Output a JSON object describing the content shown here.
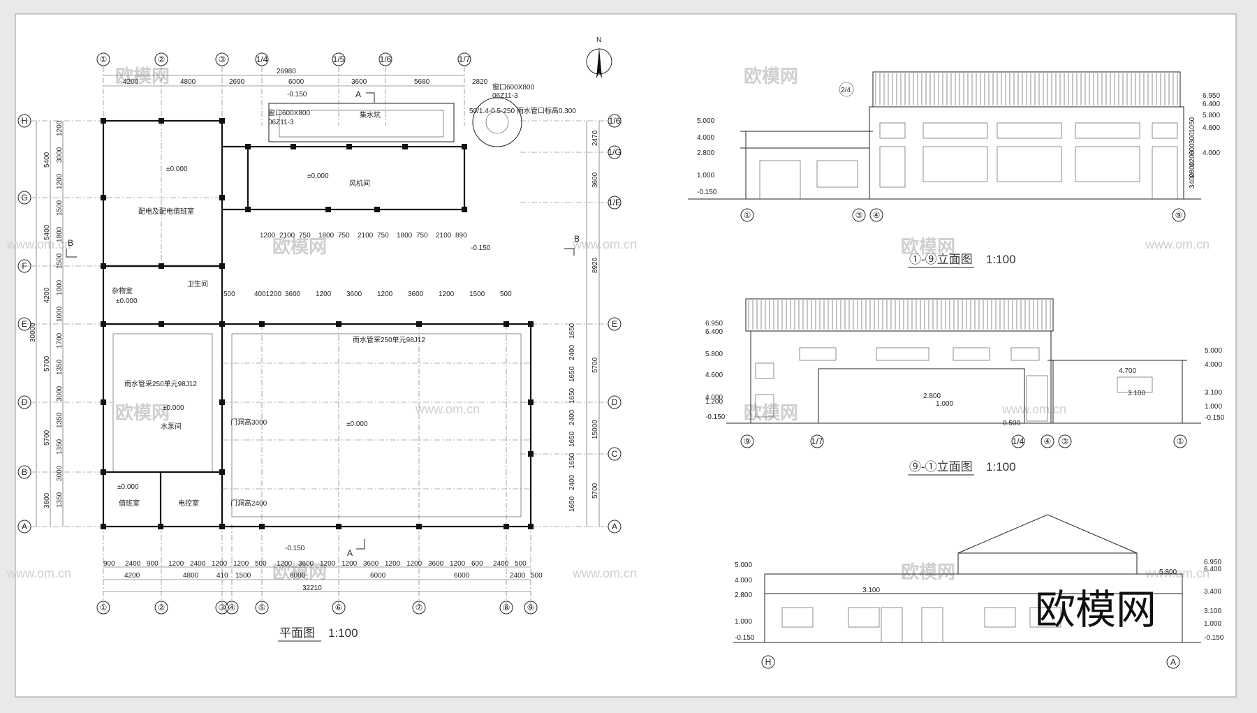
{
  "sheet": {
    "plan_title": "平面图",
    "plan_scale": "1:100",
    "north": "N",
    "elev1_title": "①-⑨立面图",
    "elev1_scale": "1:100",
    "elev2_title": "⑨-①立面图",
    "elev2_scale": "1:100",
    "brand": "欧模网",
    "watermark": "欧模网",
    "watermark_url": "www.om.cn"
  },
  "axes": {
    "top": [
      "①",
      "②",
      "③",
      "1/4",
      "1/5",
      "1/6",
      "1/7"
    ],
    "bottom": [
      "①",
      "②",
      "③",
      "④",
      "⑤",
      "⑥",
      "⑦",
      "⑧",
      "⑨"
    ],
    "left": [
      "H",
      "G",
      "F",
      "E",
      "D",
      "B",
      "A"
    ],
    "right": [
      "1/6",
      "1/G",
      "1/E",
      "E",
      "D",
      "C",
      "A"
    ],
    "section_left": "B",
    "section_right": "B",
    "section_top": "A",
    "section_bottom": "A"
  },
  "dims": {
    "top_total": "26980",
    "top_segments": [
      "4200",
      "4800",
      "2690",
      "6000",
      "3600",
      "5680",
      "2820"
    ],
    "bottom_total": "32210",
    "bottom_segments": [
      "4200",
      "4800",
      "410",
      "1500",
      "6000",
      "6000",
      "6000",
      "2400",
      "500"
    ],
    "bottom_detail": [
      "900",
      "2400",
      "900",
      "1200",
      "2400",
      "1200",
      "1200",
      "500",
      "1200",
      "3600",
      "1200",
      "1200",
      "3600",
      "1200",
      "1200",
      "3600",
      "1200",
      "600",
      "2400",
      "500"
    ],
    "left_total": "30000",
    "left_segments": [
      "5400",
      "5400",
      "4200",
      "5700",
      "5700",
      "3600"
    ],
    "left_detail": [
      "1200",
      "3000",
      "1200",
      "1500",
      "1800",
      "1500",
      "1000",
      "1000",
      "1700",
      "1350",
      "3000",
      "1350",
      "1350",
      "3000",
      "1350"
    ],
    "right_segments": [
      "2470",
      "3600",
      "8920",
      "5700",
      "15000",
      "5700"
    ],
    "right_detail": [
      "1650",
      "2400",
      "1650",
      "1650",
      "2400",
      "1650",
      "1650",
      "2400",
      "1650"
    ],
    "fan_bottom": [
      "1200",
      "2100",
      "750",
      "1800",
      "750",
      "2100",
      "750",
      "1800",
      "750",
      "2100",
      "890"
    ],
    "hall_top": [
      "500",
      "4001200",
      "3600",
      "1200",
      "3600",
      "1200",
      "3600",
      "1200",
      "1500",
      "500"
    ]
  },
  "rooms": {
    "power": "配电及配电值班室",
    "fan": "风机间",
    "pump": "水泵间",
    "duty": "值班室",
    "control": "电控室",
    "toilet": "卫生间",
    "storage": "杂物室",
    "elev0": "±0.000",
    "m015": "-0.150",
    "door3000": "门洞高3000",
    "door2400": "门洞高2400",
    "pipe_note": "雨水管采250单元98J12",
    "axis_note": "50/1.4-0.5-250 雨水管口标高0.300",
    "window_note": "窗口600X800",
    "std_note": "06Z11-3",
    "pit": "集水坑"
  },
  "elev": {
    "levels_right": [
      "6.950",
      "6.400",
      "5.800",
      "4.600",
      "4.000"
    ],
    "levels_left": [
      "5.000",
      "4.000",
      "2.800",
      "1.000",
      "-0.150"
    ],
    "levels_e2_left": [
      "6.950",
      "6.400",
      "5.800",
      "4.600",
      "4.000",
      "1.200",
      "-0.150"
    ],
    "levels_e2_right": [
      "5.000",
      "4.000",
      "3.100",
      "1.000",
      "-0.150"
    ],
    "levels_e3_left": [
      "5.000",
      "4.000",
      "2.800",
      "1.000",
      "-0.150"
    ],
    "levels_e3_right": [
      "6.950",
      "6.400",
      "3.400",
      "3.100",
      "1.000",
      "-0.150"
    ],
    "mid_levels": [
      "4.700",
      "3.100",
      "2.800",
      "1.000",
      "0.500",
      "5.800",
      "3.100"
    ],
    "e1_axes": [
      "①",
      "③",
      "④",
      "⑨"
    ],
    "e2_axes": [
      "⑨",
      "1/7",
      "1/4",
      "④",
      "③",
      "①"
    ],
    "e3_axes": [
      "H",
      "A"
    ],
    "e1_dims": [
      "3400",
      "2800",
      "1200",
      "600",
      "300",
      "1050"
    ],
    "e1_badge": "2/4"
  },
  "colors": {
    "ink": "#222222",
    "paper": "#ffffff",
    "wm": "#cfcfcf"
  }
}
